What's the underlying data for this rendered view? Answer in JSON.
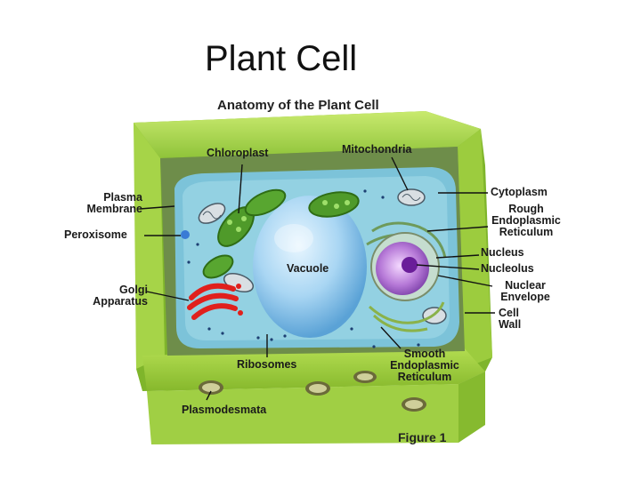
{
  "slide": {
    "title": "Plant Cell"
  },
  "figure": {
    "title": "Anatomy of the Plant Cell",
    "caption": "Figure 1",
    "labels": {
      "chloroplast": "Chloroplast",
      "mitochondria": "Mitochondria",
      "plasma_membrane": "Plasma Membrane",
      "peroxisome": "Peroxisome",
      "golgi": "Golgi Apparatus",
      "cytoplasm": "Cytoplasm",
      "rough_er": "Rough Endoplasmic Reticulum",
      "nucleus": "Nucleus",
      "nucleolus": "Nucleolus",
      "nuclear_envelope": "Nuclear Envelope",
      "cell_wall": "Cell Wall",
      "vacuole": "Vacuole",
      "ribosomes": "Ribosomes",
      "smooth_er": "Smooth Endoplasmic Reticulum",
      "plasmodesmata": "Plasmodesmata"
    }
  }
}
